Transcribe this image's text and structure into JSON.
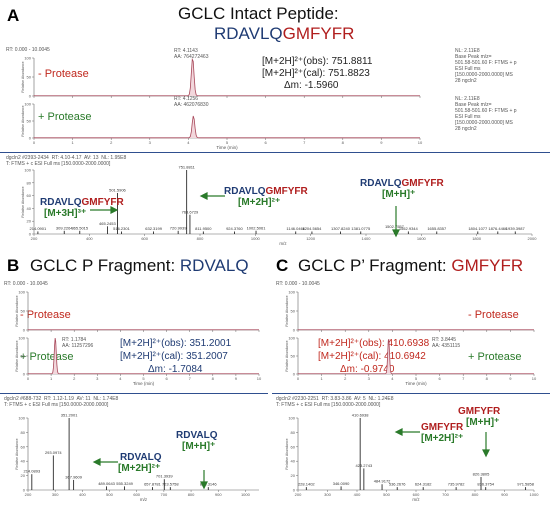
{
  "panel_a": {
    "label": "A",
    "title_line1": "GCLC Intact Peptide:",
    "title_blue": "RDAVLQ",
    "title_red": "GMFYFR",
    "minus_protease": "- Protease",
    "plus_protease": "+ Protease",
    "obs_line": "[M+2H]²⁺(obs): 751.8811",
    "cal_line": "[M+2H]²⁺(cal): 751.8823",
    "dm_line": "Δm: -1.5960",
    "ms_ions": [
      {
        "blue": "RDAVLQ",
        "red": "GMFYFR",
        "ion": "[M+3H]³⁺"
      },
      {
        "blue": "RDAVLQ",
        "red": "GMFYFR",
        "ion": "[M+2H]²⁺"
      },
      {
        "blue": "RDAVLQ",
        "red": "GMFYFR",
        "ion": "[M+H]⁺"
      }
    ]
  },
  "panel_b": {
    "label": "B",
    "title_black": "GCLC P Fragment: ",
    "title_blue": "RDVALQ",
    "minus_protease": "- Protease",
    "plus_protease": "+ Protease",
    "obs_line": "[M+2H]²⁺(obs): 351.2001",
    "cal_line": "[M+2H]²⁺(cal): 351.2007",
    "dm_line": "Δm: -1.7084",
    "ms_ions": [
      {
        "blue": "RDVALQ",
        "ion": "[M+H]⁺"
      },
      {
        "blue": "RDVALQ",
        "ion": "[M+2H]²⁺"
      }
    ]
  },
  "panel_c": {
    "label": "C",
    "title_black": "GCLC P’ Fragment: ",
    "title_red": "GMFYFR",
    "minus_protease": "- Protease",
    "plus_protease": "+ Protease",
    "obs_line": "[M+2H]²⁺(obs): 410.6938",
    "cal_line": "[M+2H]²⁺(cal): 410.6942",
    "dm_line": "Δm: -0.9740",
    "ms_ions": [
      {
        "red": "GMFYFR",
        "ion": "[M+H]⁺"
      },
      {
        "red": "GMFYFR",
        "ion": "[M+2H]²⁺"
      }
    ]
  },
  "instrument_text": {
    "rt_range": "RT: 0.000 - 10.0045",
    "rel_abundance": "Relative Abundance",
    "time_axis": "Time (min)",
    "mz_axis": "m/z",
    "a_xic_minus_peak": "RT: 4.1143\nAA: 764272463",
    "a_xic_plus_peak": "RT: 4.1256\nAA: 462076830",
    "a_nl_top": "NL: 2.11E8\nBase Peak m/z=\n501.58-501.60 F: FTMS + p\nESI Full ms\n[150.0000-2000.0000] MS\n28 ngcln2",
    "a_nl_bottom": "NL: 2.11E8\nBase Peak m/z=\n501.58-501.60 F: FTMS + p\nESI Full ms\n[150.0000-2000.0000] MS\n28 ngcln2",
    "a_ms_header": "dgcln2 #2393-2434  RT: 4.10-4.17  AV: 13  NL: 1.95E8\nT: FTMS + c ESI Full ms [150.0000-2000.0000]",
    "b_xic_plus_peak": "RT: 1.1784\nAA: 11257296",
    "b_ms_header": "dgcln2 #688-732  RT: 1.12-1.19  AV: 11  NL: 1.74E8\nT: FTMS + c ESI Full ms [150.0000-2000.0000]",
    "c_xic_plus_peak": "RT: 3.8445\nAA: 4351115",
    "c_ms_header": "dgcln2 #2230-2251  RT: 3.83-3.86  AV: 5  NL: 1.24E8\nT: FTMS + c ESI Full ms [150.0000-2000.0000]"
  },
  "chart_data": [
    {
      "type": "line",
      "id": "a_xic_minus",
      "xlabel": "",
      "ylabel": "Relative Abundance",
      "xlim": [
        0,
        10
      ],
      "ylim": [
        0,
        100
      ],
      "xticks": [
        0,
        1,
        2,
        3,
        4,
        5,
        6,
        7,
        8,
        9,
        10
      ],
      "yticks": [
        0,
        50,
        100
      ],
      "peaks": [
        {
          "rt": 4.11,
          "height": 100,
          "width": 0.12
        }
      ]
    },
    {
      "type": "line",
      "id": "a_xic_plus",
      "xlabel": "Time (min)",
      "ylabel": "Relative Abundance",
      "xlim": [
        0,
        10
      ],
      "ylim": [
        0,
        100
      ],
      "xticks": [
        0,
        1,
        2,
        3,
        4,
        5,
        6,
        7,
        8,
        9,
        10
      ],
      "yticks": [
        0,
        50,
        100
      ],
      "peaks": [
        {
          "rt": 4.13,
          "height": 65,
          "width": 0.12
        }
      ]
    },
    {
      "type": "bar",
      "id": "a_ms",
      "xlabel": "m/z",
      "ylabel": "Relative Abundance",
      "xlim": [
        200,
        2000
      ],
      "ylim": [
        0,
        100
      ],
      "xticks": [
        200,
        400,
        600,
        800,
        1000,
        1200,
        1400,
        1600,
        1800,
        2000
      ],
      "yticks": [
        0,
        20,
        40,
        60,
        80,
        100
      ],
      "peaks": [
        {
          "mz": 214.0901,
          "rel": 4
        },
        {
          "mz": 309.2264,
          "rel": 5
        },
        {
          "mz": 365.5015,
          "rel": 5
        },
        {
          "mz": 465.2453,
          "rel": 12
        },
        {
          "mz": 501.5906,
          "rel": 64
        },
        {
          "mz": 516.2301,
          "rel": 4
        },
        {
          "mz": 632.3199,
          "rel": 4
        },
        {
          "mz": 720.9939,
          "rel": 5
        },
        {
          "mz": 751.8811,
          "rel": 100
        },
        {
          "mz": 763.6729,
          "rel": 30
        },
        {
          "mz": 811.95,
          "rel": 4
        },
        {
          "mz": 924.376,
          "rel": 4
        },
        {
          "mz": 1002.5061,
          "rel": 5
        },
        {
          "mz": 1146.0466,
          "rel": 4
        },
        {
          "mz": 1204.5654,
          "rel": 4
        },
        {
          "mz": 1307.824,
          "rel": 4
        },
        {
          "mz": 1381.0775,
          "rel": 4
        },
        {
          "mz": 1502.7557,
          "rel": 7
        },
        {
          "mz": 1552.9344,
          "rel": 4
        },
        {
          "mz": 1655.8357,
          "rel": 4
        },
        {
          "mz": 1804.1077,
          "rel": 4
        },
        {
          "mz": 1876.4466,
          "rel": 4
        },
        {
          "mz": 1939.3987,
          "rel": 4
        }
      ],
      "peak_labels": [
        "214.0901",
        "309.2264",
        "365.5015",
        "465.2453",
        "501.5906",
        "516.2301",
        "632.3199",
        "720.9939",
        "751.8811",
        "763.6729",
        "811.9500",
        "924.3760",
        "1002.5061",
        "1146.0466",
        "1204.5654",
        "1307.8240",
        "1381.0775",
        "1502.7557",
        "1552.9344",
        "1655.8357",
        "1804.1077",
        "1876.4466",
        "1939.3987"
      ]
    },
    {
      "type": "line",
      "id": "b_xic_minus",
      "xlabel": "",
      "ylabel": "Relative Abundance",
      "xlim": [
        0,
        10
      ],
      "ylim": [
        0,
        100
      ],
      "xticks": [
        0,
        1,
        2,
        3,
        4,
        5,
        6,
        7,
        8,
        9,
        10
      ],
      "yticks": [
        0,
        50,
        100
      ],
      "peaks": []
    },
    {
      "type": "line",
      "id": "b_xic_plus",
      "xlabel": "Time (min)",
      "ylabel": "Relative Abundance",
      "xlim": [
        0,
        10
      ],
      "ylim": [
        0,
        100
      ],
      "xticks": [
        0,
        1,
        2,
        3,
        4,
        5,
        6,
        7,
        8,
        9,
        10
      ],
      "yticks": [
        0,
        50,
        100
      ],
      "peaks": [
        {
          "rt": 1.18,
          "height": 100,
          "width": 0.15
        }
      ]
    },
    {
      "type": "bar",
      "id": "b_ms",
      "xlabel": "m/z",
      "ylabel": "Relative Abundance",
      "xlim": [
        200,
        1050
      ],
      "ylim": [
        0,
        100
      ],
      "xticks": [
        200,
        300,
        400,
        500,
        600,
        700,
        800,
        900,
        1000
      ],
      "yticks": [
        0,
        20,
        40,
        60,
        80,
        100
      ],
      "peaks": [
        {
          "mz": 214.0893,
          "rel": 22
        },
        {
          "mz": 293.0974,
          "rel": 48
        },
        {
          "mz": 351.2001,
          "rel": 100
        },
        {
          "mz": 367.9609,
          "rel": 14
        },
        {
          "mz": 489.0643,
          "rel": 5
        },
        {
          "mz": 555.3249,
          "rel": 5
        },
        {
          "mz": 657.8781,
          "rel": 4
        },
        {
          "mz": 701.3939,
          "rel": 15
        },
        {
          "mz": 723.5758,
          "rel": 4
        },
        {
          "mz": 863.3146,
          "rel": 4
        }
      ],
      "peak_labels": [
        "214.0893",
        "293.0974",
        "351.2001",
        "367.9609",
        "489.0643",
        "555.3249",
        "657.8781",
        "701.3939",
        "723.5758",
        "863.3146"
      ]
    },
    {
      "type": "line",
      "id": "c_xic_minus",
      "xlabel": "",
      "ylabel": "Relative Abundance",
      "xlim": [
        0,
        10
      ],
      "ylim": [
        0,
        100
      ],
      "xticks": [
        0,
        1,
        2,
        3,
        4,
        5,
        6,
        7,
        8,
        9,
        10
      ],
      "yticks": [
        0,
        50,
        100
      ],
      "peaks": []
    },
    {
      "type": "line",
      "id": "c_xic_plus",
      "xlabel": "Time (min)",
      "ylabel": "Relative Abundance",
      "xlim": [
        0,
        10
      ],
      "ylim": [
        0,
        100
      ],
      "xticks": [
        0,
        1,
        2,
        3,
        4,
        5,
        6,
        7,
        8,
        9,
        10
      ],
      "yticks": [
        0,
        50,
        100
      ],
      "peaks": [
        {
          "rt": 3.84,
          "height": 100,
          "width": 0.13
        }
      ]
    },
    {
      "type": "bar",
      "id": "c_ms",
      "xlabel": "m/z",
      "ylabel": "Relative Abundance",
      "xlim": [
        200,
        1000
      ],
      "ylim": [
        0,
        100
      ],
      "xticks": [
        200,
        300,
        400,
        500,
        600,
        700,
        800,
        900,
        1000
      ],
      "yticks": [
        0,
        20,
        40,
        60,
        80,
        100
      ],
      "peaks": [
        {
          "mz": 228.1402,
          "rel": 4
        },
        {
          "mz": 346.009,
          "rel": 5
        },
        {
          "mz": 410.6938,
          "rel": 100
        },
        {
          "mz": 423.2743,
          "rel": 30
        },
        {
          "mz": 484.9172,
          "rel": 8
        },
        {
          "mz": 536.2676,
          "rel": 4
        },
        {
          "mz": 624.3182,
          "rel": 4
        },
        {
          "mz": 735.9782,
          "rel": 4
        },
        {
          "mz": 820.3805,
          "rel": 18
        },
        {
          "mz": 836.3754,
          "rel": 4
        },
        {
          "mz": 971.5858,
          "rel": 4
        }
      ],
      "peak_labels": [
        "228.1402",
        "346.0090",
        "410.6938",
        "423.2743",
        "484.9172",
        "536.2676",
        "624.3182",
        "735.9782",
        "820.3805",
        "836.3754",
        "971.5858"
      ]
    }
  ]
}
